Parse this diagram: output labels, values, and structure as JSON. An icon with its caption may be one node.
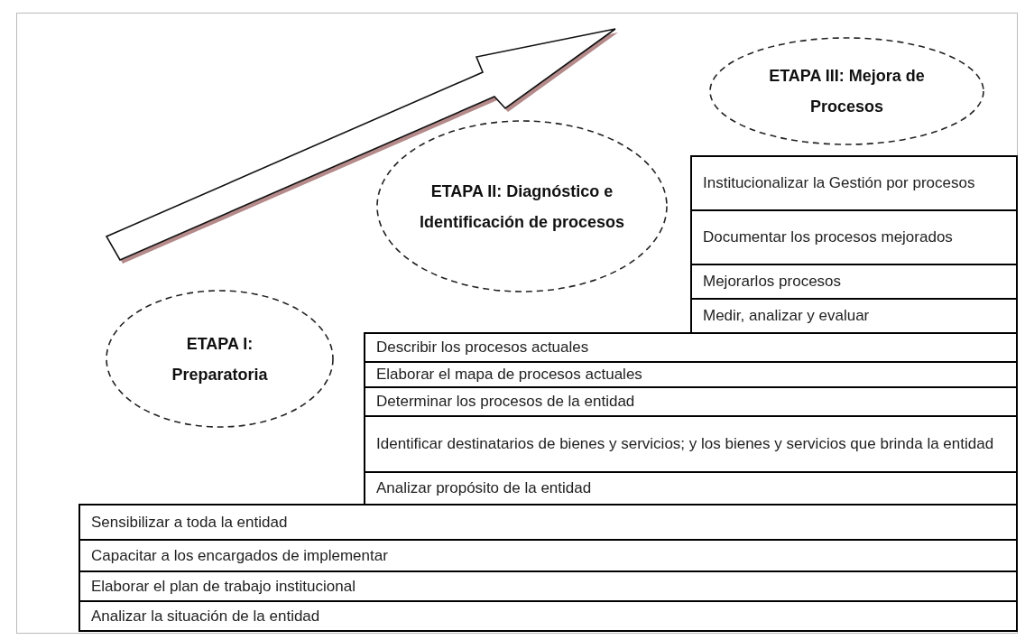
{
  "diagram": {
    "nodes": [
      {
        "text": [
          "ETAPA III: Mejora de Procesos"
        ]
      },
      {
        "text": [
          "ETAPA II: Diagnóstico e Identificación de procesos"
        ]
      },
      {
        "text": [
          "ETAPA I: Preparatoria"
        ]
      },
      {
        "text": [
          "Institucionalizar la Gestión por procesos"
        ]
      },
      {
        "text": [
          "Documentar los procesos mejorados"
        ]
      },
      {
        "text": [
          "Mejorarlos procesos"
        ]
      },
      {
        "text": [
          "Medir, analizar y evaluar"
        ]
      },
      {
        "text": [
          "Describir los procesos actuales"
        ]
      },
      {
        "text": [
          "Elaborar el mapa de procesos actuales"
        ]
      },
      {
        "text": [
          "Determinar los procesos de la entidad"
        ]
      },
      {
        "text": [
          "Identificar destinatarios de bienes y servicios; y los bienes y servicios que brinda la entidad"
        ]
      },
      {
        "text": [
          "Analizar propósito de la entidad"
        ]
      },
      {
        "text": [
          "Sensibilizar a toda la entidad"
        ]
      },
      {
        "text": [
          "Capacitar a los encargados de implementar"
        ]
      },
      {
        "text": [
          "Elaborar el plan de trabajo institucional"
        ]
      },
      {
        "text": [
          "Analizar la situación de la entidad"
        ]
      }
    ]
  }
}
